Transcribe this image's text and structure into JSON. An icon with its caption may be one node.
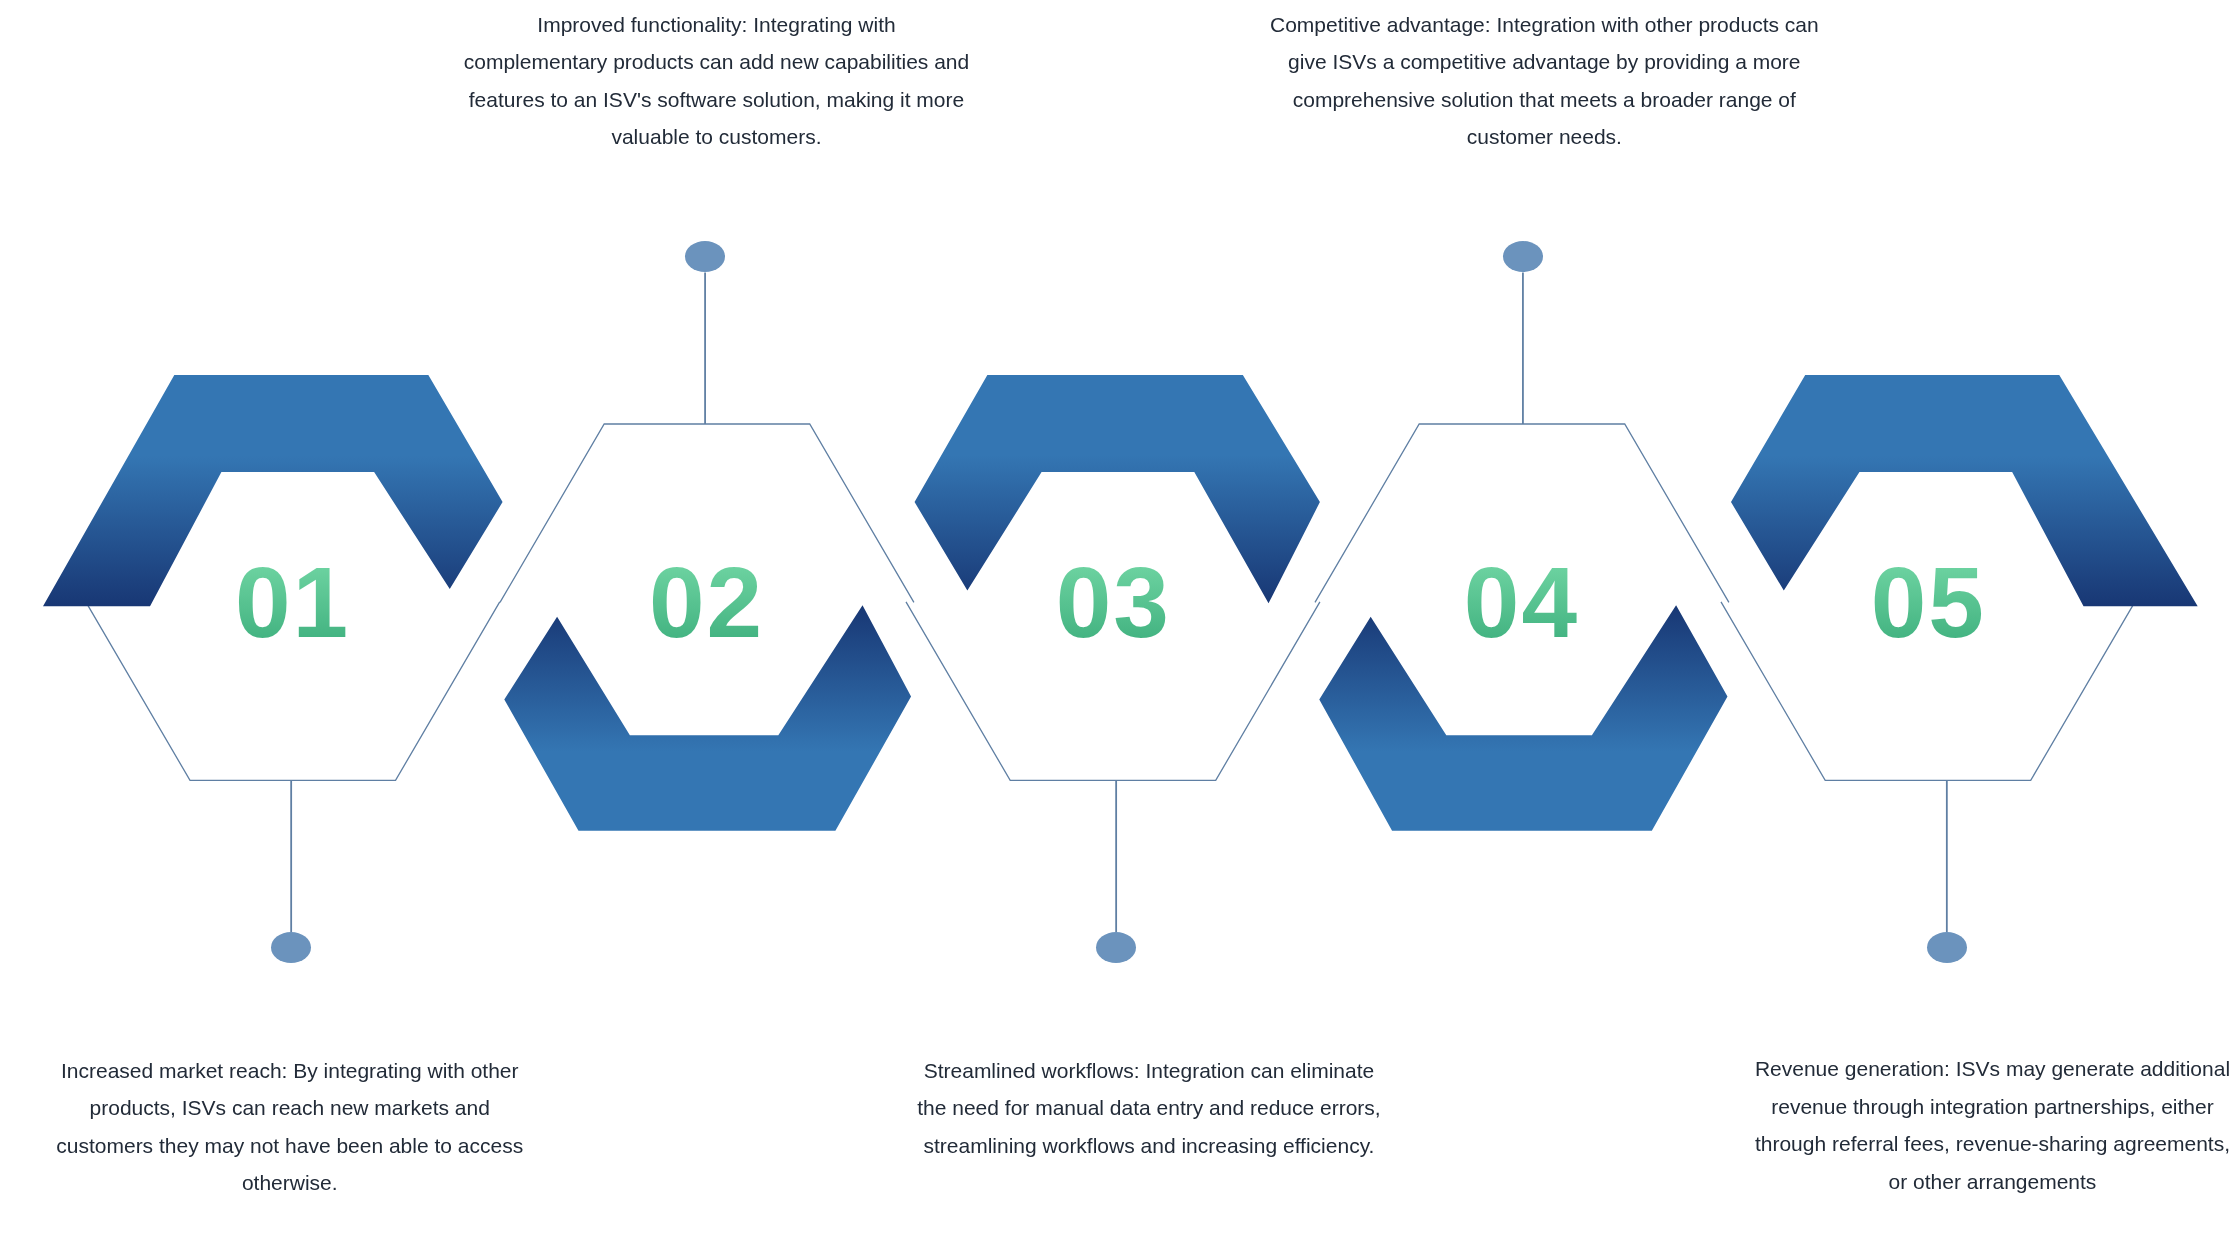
{
  "diagram": {
    "nodes": [
      {
        "text": [
          "01"
        ]
      },
      {
        "text": [
          "02"
        ]
      },
      {
        "text": [
          "03"
        ]
      },
      {
        "text": [
          "04"
        ]
      },
      {
        "text": [
          "05"
        ]
      },
      {
        "text": [],
        "shape": "circle"
      },
      {
        "text": [],
        "shape": "circle"
      },
      {
        "text": [],
        "shape": "circle"
      },
      {
        "text": [],
        "shape": "circle"
      },
      {
        "text": [],
        "shape": "circle"
      }
    ],
    "edges": [
      {
        "from": 0,
        "to": 5,
        "arrow": "none"
      },
      {
        "from": 1,
        "to": 6,
        "arrow": "none"
      },
      {
        "from": 2,
        "to": 7,
        "arrow": "none"
      },
      {
        "from": 3,
        "to": 8,
        "arrow": "none"
      },
      {
        "from": 4,
        "to": 9,
        "arrow": "none"
      }
    ],
    "labels": [
      "Improved functionality: Integrating with complementary products can add new capabilities and features to an ISV's software solution, making it more valuable to customers.",
      "Competitive advantage: Integration with other products can give ISVs a competitive advantage by providing a more comprehensive solution that meets a broader range of customer needs.",
      "Increased market reach: By integrating with other products, ISVs can reach new markets and customers they may not have been able to access otherwise.",
      "Streamlined workflows: Integration can eliminate the need for manual data entry and reduce errors, streamlining workflows and increasing efficiency.",
      "Revenue generation: ISVs may generate additional revenue through integration partnerships, either through referral fees, revenue-sharing agreements, or other arrangements"
    ]
  }
}
